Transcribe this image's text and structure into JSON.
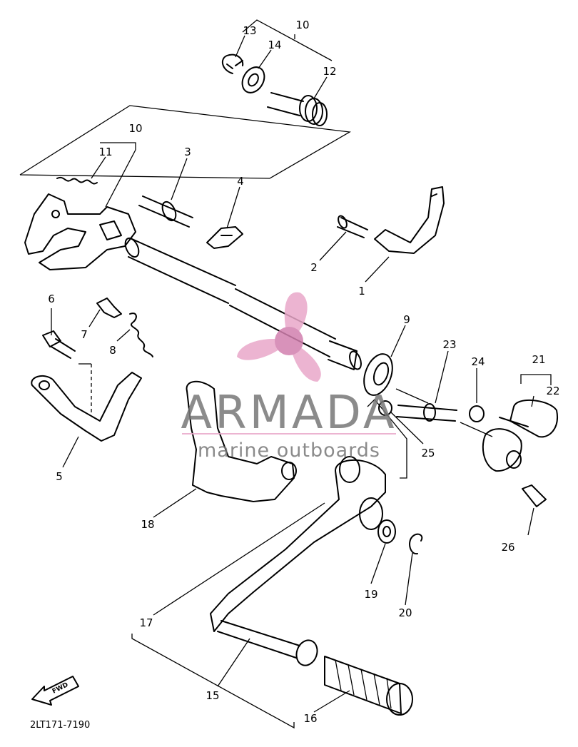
{
  "diagram_code": "2LT171-7190",
  "watermark": {
    "brand": "ARMADA",
    "tagline": "marine outboards",
    "color": "#e9a7c9"
  },
  "fwd_label": "FWD",
  "callouts": [
    {
      "id": "1",
      "text": "1"
    },
    {
      "id": "2",
      "text": "2"
    },
    {
      "id": "3",
      "text": "3"
    },
    {
      "id": "4",
      "text": "4"
    },
    {
      "id": "5",
      "text": "5"
    },
    {
      "id": "6",
      "text": "6"
    },
    {
      "id": "7",
      "text": "7"
    },
    {
      "id": "8",
      "text": "8"
    },
    {
      "id": "9",
      "text": "9"
    },
    {
      "id": "10a",
      "text": "10"
    },
    {
      "id": "10b",
      "text": "10"
    },
    {
      "id": "11",
      "text": "11"
    },
    {
      "id": "12",
      "text": "12"
    },
    {
      "id": "13",
      "text": "13"
    },
    {
      "id": "14",
      "text": "14"
    },
    {
      "id": "15",
      "text": "15"
    },
    {
      "id": "16",
      "text": "16"
    },
    {
      "id": "17",
      "text": "17"
    },
    {
      "id": "18",
      "text": "18"
    },
    {
      "id": "19",
      "text": "19"
    },
    {
      "id": "20",
      "text": "20"
    },
    {
      "id": "21",
      "text": "21"
    },
    {
      "id": "22",
      "text": "22"
    },
    {
      "id": "23",
      "text": "23"
    },
    {
      "id": "24",
      "text": "24"
    },
    {
      "id": "25",
      "text": "25"
    },
    {
      "id": "26",
      "text": "26"
    }
  ]
}
